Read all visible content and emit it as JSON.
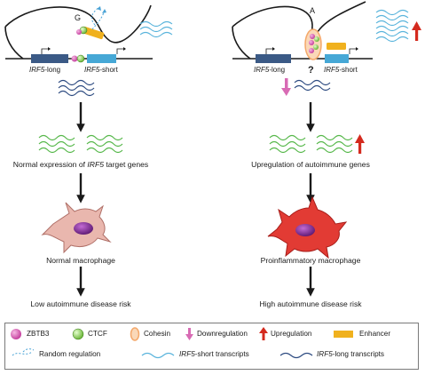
{
  "left": {
    "allele_label": "G",
    "gene_long_prefix": "IRF5",
    "gene_long_suffix": "-long",
    "gene_short_prefix": "IRF5",
    "gene_short_suffix": "-short",
    "expression_prefix": "Normal expression of ",
    "expression_gene": "IRF5",
    "expression_suffix": " target genes",
    "cell_label": "Normal macrophage",
    "risk_label": "Low autoimmune disease risk"
  },
  "right": {
    "allele_label": "A",
    "unknown_mark": "?",
    "gene_long_prefix": "IRF5",
    "gene_long_suffix": "-long",
    "gene_short_prefix": "IRF5",
    "gene_short_suffix": "-short",
    "expression_label": "Upregulation of autoimmune genes",
    "cell_label": "Proinflammatory macrophage",
    "risk_label": "High autoimmune disease risk"
  },
  "legend": {
    "zbtb3": "ZBTB3",
    "ctcf": "CTCF",
    "cohesin": "Cohesin",
    "downregulation": "Downregulation",
    "upregulation": "Upregulation",
    "enhancer": "Enhancer",
    "random_regulation": "Random regulation",
    "short_transcripts_gene": "IRF5",
    "short_transcripts_suffix": "-short transcripts",
    "long_transcripts_gene": "IRF5",
    "long_transcripts_suffix": "-long transcripts"
  },
  "colors": {
    "zbtb3": "#c2389a",
    "ctcf": "#8fd14f",
    "cohesin": "#f4b88a",
    "downregulation": "#d86bb4",
    "upregulation": "#d42a1e",
    "enhancer": "#f0b11e",
    "long_gene_box": "#3b5a86",
    "short_gene_box": "#46a8d6",
    "short_transcript_wave": "#5ab4dc",
    "long_transcript_wave": "#2c4a80",
    "target_gene_wave": "#57b84b",
    "normal_macrophage": "#e9b7ae",
    "proinflammatory_macrophage": "#e23b34",
    "nucleus": "#7a1e8c"
  }
}
